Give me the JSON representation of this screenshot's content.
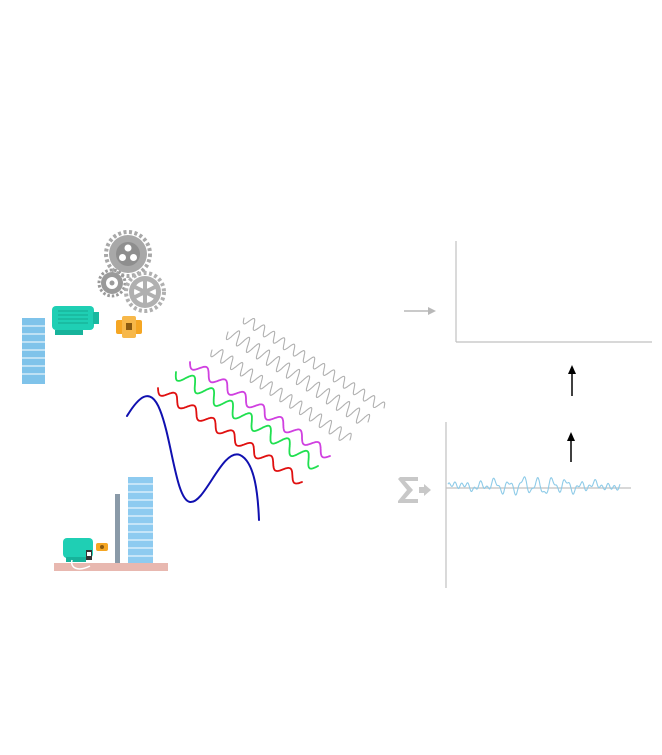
{
  "diagram": {
    "type": "vibration-signal-superposition",
    "sources": [
      {
        "name": "gear-train",
        "icon": "gears-icon",
        "color": "#9e9e9e"
      },
      {
        "name": "electric-motor",
        "icon": "motor-icon",
        "color": "#1fcfb4"
      },
      {
        "name": "coupling",
        "icon": "coupling-icon",
        "color": "#f5a623"
      },
      {
        "name": "foundation-stack",
        "icon": "stack-icon",
        "color": "#7fc3ea"
      }
    ],
    "waves": [
      {
        "name": "low-frequency-wave",
        "color": "#1010b0"
      },
      {
        "name": "red-wave",
        "color": "#e01010"
      },
      {
        "name": "green-wave",
        "color": "#20e050"
      },
      {
        "name": "magenta-wave",
        "color": "#d040e0"
      },
      {
        "name": "gray-wave-1",
        "color": "#b0b0b0"
      },
      {
        "name": "gray-wave-2",
        "color": "#b0b0b0"
      },
      {
        "name": "gray-wave-3",
        "color": "#b0b0b0"
      }
    ],
    "sum_icon": "sigma-icon",
    "sum_color": "#c8c8c8",
    "signal_color": "#8ecbe8",
    "axis_color": "#c0c0c0",
    "arrow_color": "#000000"
  }
}
